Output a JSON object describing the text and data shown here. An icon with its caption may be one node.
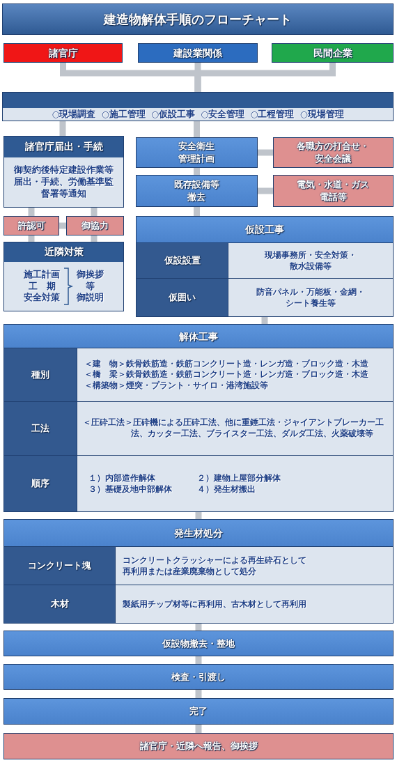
{
  "diagram": {
    "title": "建造物解体手順のフローチャート",
    "nodes": [
      {
        "text": [
          "諸官庁"
        ]
      },
      {
        "text": [
          "建設業関係"
        ]
      },
      {
        "text": [
          "民間企業"
        ]
      },
      {
        "text": [
          "○現場調査 ○施工管理 ○仮設工事 ○安全管理 ○工程管理 ○現場管理"
        ]
      },
      {
        "text": [
          "諸官庁届出・手続",
          "御契約後特定建設作業等届出・手続、労働基準監督署等通知"
        ]
      },
      {
        "text": [
          "安全衛生管理計画"
        ]
      },
      {
        "text": [
          "各職方の打合せ・安全会議"
        ]
      },
      {
        "text": [
          "既存設備等撤去"
        ]
      },
      {
        "text": [
          "電気・水道・ガス電話等"
        ]
      },
      {
        "text": [
          "許認可"
        ]
      },
      {
        "text": [
          "御協力"
        ]
      },
      {
        "text": [
          "近隣対策",
          "施工計画",
          "工　期",
          "安全対策",
          "御挨拶",
          "等",
          "御説明"
        ]
      },
      {
        "text": [
          "仮設工事"
        ]
      },
      {
        "text": [
          "仮設設置"
        ],
        "in": 12
      },
      {
        "text": [
          "現場事務所・安全対策・散水設備等"
        ],
        "in": 12
      },
      {
        "text": [
          "仮囲い"
        ],
        "in": 12
      },
      {
        "text": [
          "防音パネル・万能板・金網・シート養生等"
        ],
        "in": 12
      },
      {
        "text": [
          "解体工事"
        ]
      },
      {
        "text": [
          "種別"
        ],
        "in": 17
      },
      {
        "text": [
          "＜建　物＞鉄骨鉄筋造・鉄筋コンクリート造・レンガ造・ブロック造・木造",
          "＜橋　梁＞鉄骨鉄筋造・鉄筋コンクリート造・レンガ造・ブロック造・木造",
          "＜構築物＞煙突・プラント・サイロ・港湾施設等"
        ],
        "in": 17
      },
      {
        "text": [
          "工法"
        ],
        "in": 17
      },
      {
        "text": [
          "＜圧砕工法＞圧砕機による圧砕工法、他に重錘工法・ジャイアントブレーカー工法、カッター工法、ブライスター工法、ダルダ工法、火薬破壊等"
        ],
        "in": 17
      },
      {
        "text": [
          "順序"
        ],
        "in": 17
      },
      {
        "text": [
          "１）内部造作解体",
          "２）建物上屋部分解体",
          "３）基礎及地中部解体",
          "４）発生材搬出"
        ],
        "in": 17
      },
      {
        "text": [
          "発生材処分"
        ]
      },
      {
        "text": [
          "コンクリート塊"
        ],
        "in": 24
      },
      {
        "text": [
          "コンクリートクラッシャーによる再生砕石として再利用または産業廃棄物として処分"
        ],
        "in": 24
      },
      {
        "text": [
          "木材"
        ],
        "in": 24
      },
      {
        "text": [
          "製紙用チップ材等に再利用、古木材として再利用"
        ],
        "in": 24
      },
      {
        "text": [
          "仮設物撤去・整地"
        ]
      },
      {
        "text": [
          "検査・引渡し"
        ]
      },
      {
        "text": [
          "完了"
        ]
      },
      {
        "text": [
          "諸官庁・近隣へ報告、御挨拶"
        ]
      }
    ],
    "edges": [
      {
        "from": 0,
        "to": 3,
        "arrow": "none"
      },
      {
        "from": 1,
        "to": 3,
        "arrow": "none"
      },
      {
        "from": 2,
        "to": 3,
        "arrow": "none"
      },
      {
        "from": 3,
        "to": 4,
        "arrow": "none"
      },
      {
        "from": 3,
        "to": 5,
        "arrow": "none"
      },
      {
        "from": 5,
        "to": 6,
        "arrow": "none"
      },
      {
        "from": 5,
        "to": 7,
        "arrow": "none"
      },
      {
        "from": 7,
        "to": 8,
        "arrow": "none"
      },
      {
        "from": 4,
        "to": 9,
        "arrow": "none"
      },
      {
        "from": 4,
        "to": 10,
        "arrow": "none"
      },
      {
        "from": 9,
        "to": 10,
        "arrow": "none"
      },
      {
        "from": 9,
        "to": 11,
        "arrow": "none"
      },
      {
        "from": 10,
        "to": 11,
        "arrow": "none"
      },
      {
        "from": 7,
        "to": 12,
        "arrow": "none"
      },
      {
        "from": 12,
        "to": 17,
        "arrow": "none"
      },
      {
        "from": 17,
        "to": 24,
        "arrow": "none"
      },
      {
        "from": 24,
        "to": 29,
        "arrow": "none"
      },
      {
        "from": 29,
        "to": 30,
        "arrow": "none"
      },
      {
        "from": 30,
        "to": 31,
        "arrow": "none"
      },
      {
        "from": 31,
        "to": 32,
        "arrow": "none"
      }
    ]
  }
}
